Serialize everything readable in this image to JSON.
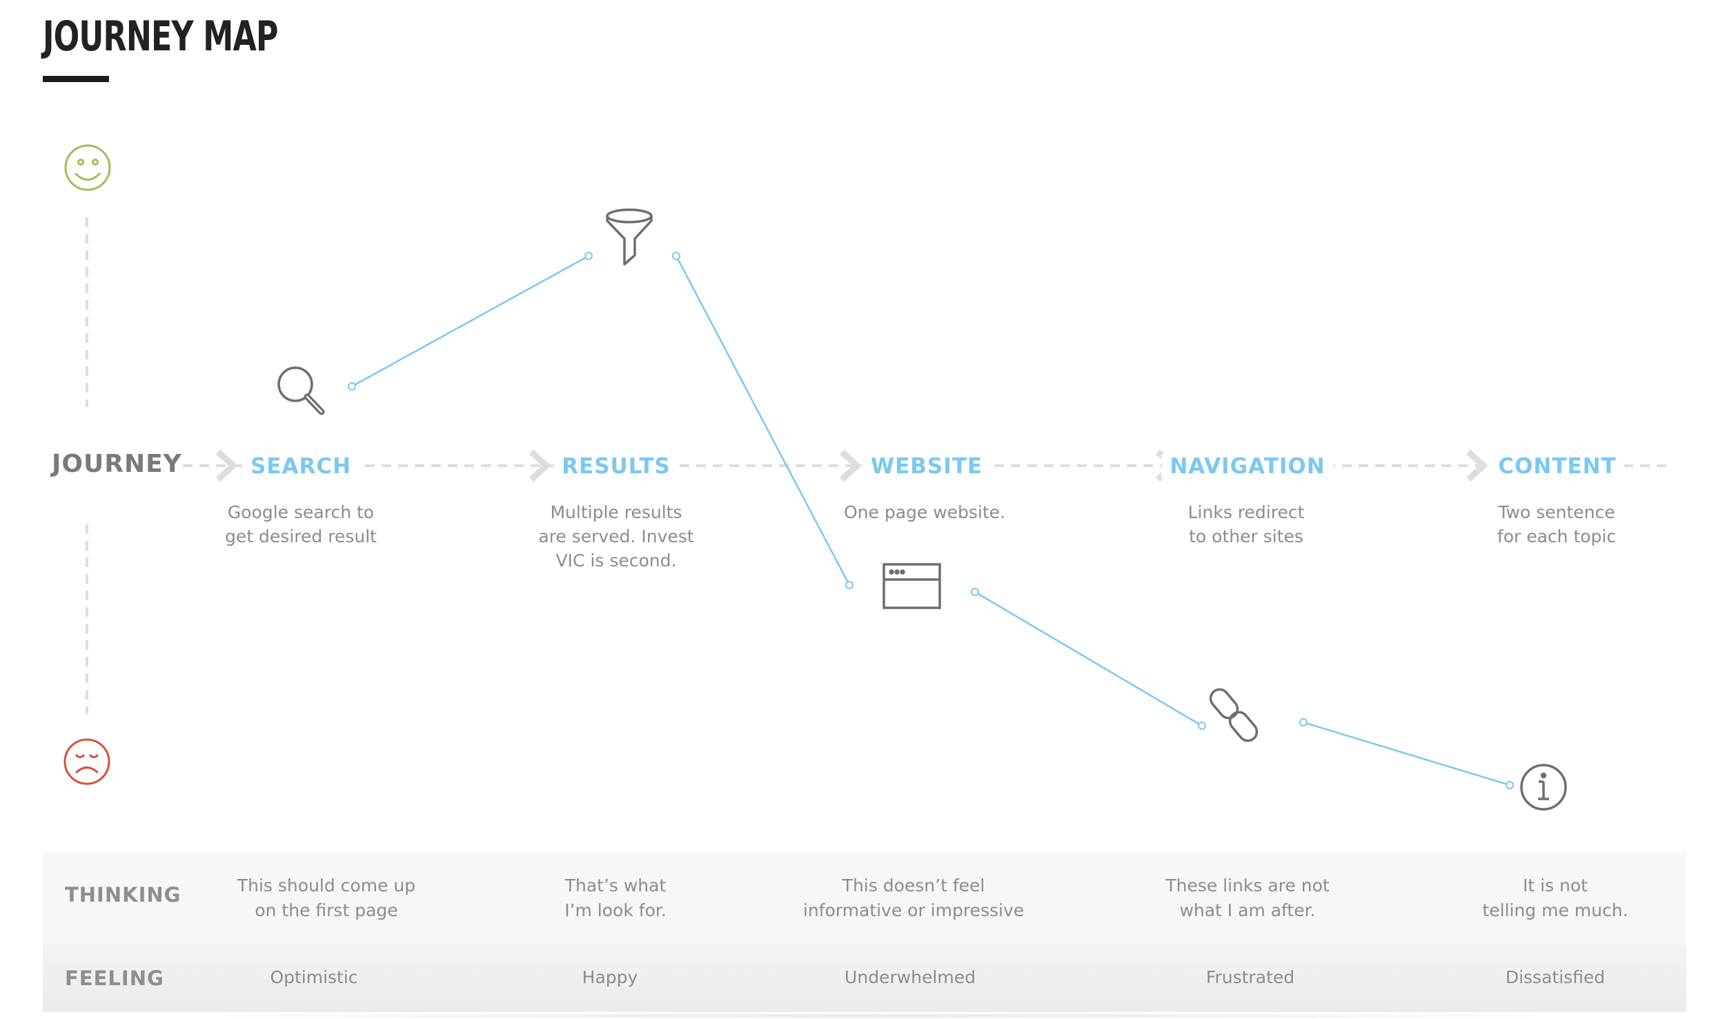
{
  "title": "JOURNEY MAP",
  "journey_label": "JOURNEY",
  "colors": {
    "happy_face": "#9dbf57",
    "sad_face": "#d9503c",
    "stage_label": "#7cc8ee",
    "connector": "#7cc8ee",
    "icon_stroke": "#6e6e6e",
    "dashed_line": "#dddddd"
  },
  "stages": [
    {
      "label": "SEARCH",
      "description": "Google search to\nget desired result",
      "icon": "magnifier-icon",
      "emotion": 0.58
    },
    {
      "label": "RESULTS",
      "description": "Multiple results\nare served. Invest\nVIC is second.",
      "icon": "funnel-icon",
      "emotion": 0.85
    },
    {
      "label": "WEBSITE",
      "description": "One page website.",
      "icon": "browser-window-icon",
      "emotion": 0.32
    },
    {
      "label": "NAVIGATION",
      "description": "Links redirect\nto other sites",
      "icon": "link-chain-icon",
      "emotion": 0.13
    },
    {
      "label": "CONTENT",
      "description": "Two sentence\nfor each topic",
      "icon": "info-icon",
      "emotion": 0.05
    }
  ],
  "thinking": {
    "label": "THINKING",
    "items": [
      "This should come up\non the first page",
      "That’s what\nI’m look for.",
      "This doesn’t feel\ninformative or impressive",
      "These links are not\nwhat I am after.",
      "It is not\ntelling me much."
    ]
  },
  "feeling": {
    "label": "FEELING",
    "items": [
      "Optimistic",
      "Happy",
      "Underwhelmed",
      "Frustrated",
      "Dissatisfied"
    ]
  }
}
